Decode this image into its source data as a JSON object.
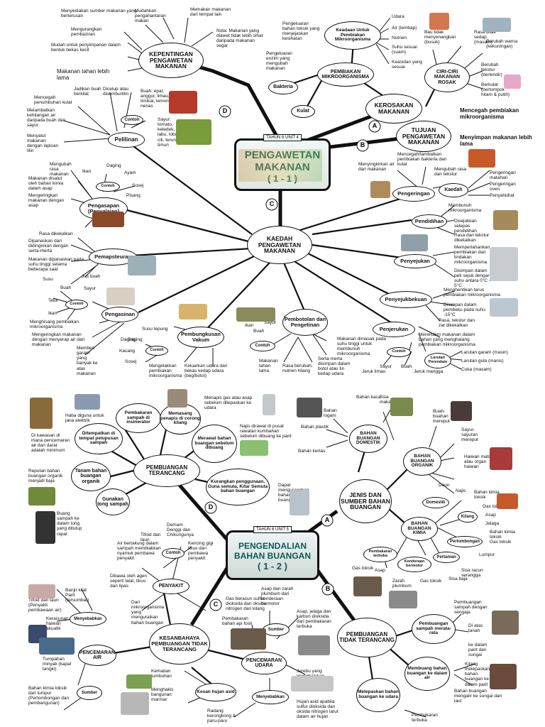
{
  "top": {
    "tag": "TAHUN 6  UNIT 4",
    "title": "PENGAWETAN MAKANAN",
    "subtitle": "( 1 - 1 )",
    "kepentingan": {
      "label": "KEPENTINGAN PENGAWETAN MAKANAN",
      "items": [
        "Makanan tahan lebih lama",
        "Mudah untuk penyimpanan dalam bentuk bekas kecil",
        "Mengurangkan pembaziran",
        "Menyediakan sumber makanan yang berterusan",
        "Mudahkan pengahantaran makan",
        "Memakan makanan dari tempat lain",
        "Nota: Makanan yang diawet tidak lebih sihat daripada makanan segar"
      ]
    },
    "kerosakan": {
      "label": "KEROSAKAN MAKANAN",
      "pembiakan": "PEMBIAKAN MIKROORGANISMA",
      "keadaan": "Keadaan Untuk Pembiakan Mikroorganisma",
      "keadaan_items": [
        "Udara",
        "Air (lembap)",
        "Nutrien",
        "Suhu sesuai (suam)",
        "Keasidan yang sesuai"
      ],
      "left_notes": [
        "Pengeluaran bahan toksik yang menjejaskan kesihatan",
        "Pengeluaran enzim yang mengubah makanan"
      ],
      "bakteria": "Bakteria",
      "kulat": "Kulat",
      "ciri": "CIRI-CIRI MAKANAN ROSAK",
      "ciri_items": [
        "Bau tidak menyenangkan (busuk)",
        "Rasa tidak sedap (masam)",
        "Berubah warna (kekuningan)",
        "Berubah tekstur (berlendir)",
        "Berkulat (bertompok hitam & putih)"
      ]
    },
    "tujuan": {
      "label": "TUJUAN PENGAWETAN MAKANAN",
      "items": [
        "Mencegah pembiakan mikroorganisma",
        "Menyimpan makanan lebih lama"
      ]
    },
    "pelilinan": {
      "label": "Pelilinan",
      "contoh": "Contoh",
      "notes": [
        "Mencegah penumbuhan kulat",
        "Melambatkan kehilangan air daripada buah dan sayur",
        "Menyalut makanan dengan lapisan lilin",
        "Jadikan buah berkilat",
        "Dicelup atau disemburlilin"
      ],
      "buah": "Buah: epal, anggur, limau, timikai, lemon, nenas",
      "sayur": "Sayur: tomato, keledek, labu, lobak, cili, terung, timun"
    },
    "kaedah_center": "KAEDAH PENGAWETAN MAKANAN",
    "methods": [
      "Pengeringan",
      "Pendidihan",
      "Penyejukan",
      "Penyejukbekuan",
      "Penjerukan",
      "Pembotolan dan Pengetinan",
      "Pembungkusan Vakum",
      "Pengasinan",
      "Pemapsteuran",
      "Pengasapan (Penyalaian)",
      "Pelilinan"
    ],
    "pengeringan": {
      "kaedah": "Kaedah",
      "notes": [
        "Menyingkirkan air dari makanan",
        "Mencegah/lambatkan pembiakan bakteria dan kulat",
        "Mengubah rasa dan tekstur",
        "Pengeringan matahari",
        "Pengeringan oven",
        "Penyahidrat"
      ]
    },
    "pendidihan": [
      "Membunuh mikroorganisma",
      "Disejukkan selepas pendidihan",
      "Rasa dan tekstur dikekalkan"
    ],
    "penyejukan": [
      "Memperlahankan pembiakan dan tindakan mikroorganisma",
      "Disimpan dalam peti sejuk dengan suhu antara 0°C - 5°C"
    ],
    "penyejukbekuan": [
      "Menghentikan terus pembiakan mikroorganisma",
      "Disimpan dalam pembeku pada suhu -15°C",
      "Rasa, tekstur dan zat dikekalkan"
    ],
    "penjerukan": {
      "contoh": "Contoh",
      "larutan": "Larutan Perendam",
      "items": [
        "Merendam makanan dalam bahan yang menghalang pembiakan mikroorganisma",
        "Larutan garam (masin)",
        "Larutan gula (manis)",
        "Cuka (masam)",
        "Sayur",
        "Buah",
        "Jeruk limau",
        "Jeruk mangga"
      ]
    },
    "pembotolan": {
      "contoh": "Contoh",
      "items": [
        "Makanan dimasak pada suhu tinggi untuk membunuh mikroorganisma",
        "Serta-merta disimpan dalam botol atau tin kedap udara",
        "Makanan tahan lama",
        "Rasa berubah, nutrien hilang",
        "Ikan",
        "Sayur",
        "Buah"
      ]
    },
    "vakum": {
      "contoh": "Contoh",
      "items": [
        "Mengelakkan pembiakan mikroorganisma",
        "Keluarkan udara dari bekas kedap udara (beg/botol)",
        "Susu tepung",
        "Daging",
        "Kacang",
        "Sosej"
      ]
    },
    "pengasinan": {
      "contoh": "Contoh",
      "items": [
        "Menghisang pembiakan mikroorganisma",
        "Mengeringkan makanan dengan menyerap air dari makanan",
        "Memberi garam yang banyak ke atas makanan",
        "Telur",
        "Ikan",
        "Sayur",
        "Buah",
        "Daging"
      ]
    },
    "pemapsteuran": {
      "contoh": "Contoh",
      "items": [
        "Rasa dikekalkan",
        "Dipanaskan dan didinginkan dengan serta-merta",
        "Makanan dipanaskan pada suhu tinggi selama beberapa saat",
        "Jus buah",
        "Susu"
      ]
    },
    "pengasapan": {
      "contoh": "Contoh",
      "items": [
        "Mengubah rasa makanan",
        "Makanan disalut oleh bahan kimia dalam asap",
        "Mengeringkan makanan dengan asap",
        "Ikan",
        "Daging",
        "Ayam",
        "Sosej",
        "Pisang"
      ]
    },
    "markers": {
      "A": "A",
      "B": "B",
      "C": "C",
      "D": "D"
    }
  },
  "bottom": {
    "tag": "TAHUN 6  UNIT 5",
    "title": "PENGENDALIAN BAHAN BUANGAN",
    "subtitle": "( 1 - 2 )",
    "pembuangan_terancang": {
      "label": "PEMBUANGAN TERANCANG",
      "items": [
        "Gunakan tong sampah",
        "Tanam bahan buangan organik",
        "Ditempatkan di tempat pelupusan sampah",
        "Pembakaran sampah di insinerator",
        "Memasang penapis di corong kilang",
        "Merawat bahan buangan sebelum dibuang",
        "Kurangkan penggunaan, Guna semula, Kitar Semula bahan buangan"
      ],
      "notes": [
        "Buang sampah ke dalam tong yang ditutup rapat",
        "Reputan bahan buangan organik menjadi baja",
        "Di kawasan di mana pencemaran air dan darat adalah minimum",
        "Haba diguna untuk jana elektrik",
        "Menapis gas atau asap sebelum dilepaskan ke udara",
        "Najis dirawat di pusat rawatan kumbahan sebelum dibuang ke parit",
        "Dapat mengurangkan bahan buangan"
      ]
    },
    "jenis": {
      "label": "JENIS DAN SUMBER BAHAN BUANGAN",
      "domestik": "BAHAN BUANGAN DOMESTIK",
      "domestik_items": [
        "Bahan kaca",
        "Sisa makanan",
        "Bahan logam",
        "Bahan plastik",
        "Bahan kertas"
      ],
      "organik": "BAHAN BUANGAN ORGANIK",
      "organik_items": [
        "Buah-buahan mereput",
        "Sayur-sayuran mereput",
        "Haiwan mati atau organ haiwan",
        "Daun",
        "Najis"
      ],
      "kimia": "BAHAN BUANGAN KIMIA",
      "kimia_sub": [
        "Domestik",
        "Kilang",
        "Perlombongan",
        "Pertanian",
        "Pembakaran terbuka",
        "Kenderaan bermotor"
      ],
      "kimia_items": [
        "Bahan kimia toksik",
        "Gas toksik",
        "Asap",
        "Jelaga",
        "Bahan kimia toksik",
        "Gas toksik",
        "Lumpur",
        "Sisa racun serangga",
        "Sisa baja",
        "Gas toksik",
        "Asap",
        "Zarah plumbum",
        "Gas toksik"
      ]
    },
    "tidak_terancang": {
      "label": "PEMBUANGAN TIDAK TERANCANG",
      "items": [
        "Pembuangan sampah merata-rata",
        "Membuang bahan buangan ke dalam air",
        "Melepaskan bahan buangan ke udara"
      ],
      "notes": [
        "Pembuangan sampah dengan sengaja",
        "Di atas tanah",
        "ke dalam parit dan sungai",
        "Kilang melepaskan bahan buangan ke dalam parit",
        "Bahan buangan mengalir ke sungai dan laut",
        "Pembakaran terbuka"
      ]
    },
    "kesan": {
      "label": "KESANBAHAYA PEMBUANGAN TIDAK TERANCANG",
      "penyakit": "PENYAKIT",
      "penyakit_items": [
        "Tifoid dan taun (Penyakit pembawaan air)",
        "Banjir kilat Parit (tersumbat)",
        "Dibawa oleh agen seperti lalat, tikus dan lipas",
        "Dari mikroorganisma yang menguraikan bahan buangan",
        "Air bertakung dalam sampah membiakkan nyamuk pembawa penyakit",
        "Tifoid dan taun",
        "Demam Denggi dan Chikungunya",
        "Kencing gigi tikus dari pembawa penyakit"
      ],
      "pencemaran_air": "PENCEMARAN AIR",
      "pencemaran_udara": "PENCEMARAN UDARA",
      "contoh": "Contoh",
      "menyebabkan": "Menyebabkan",
      "sumber": "Sumber",
      "hujan_asid": "Kesan hujan asid",
      "notes": [
        "Keracunan haiwan akuatik",
        "Tumpahan minyak (kapal tangki)",
        "Bahan kimia toksik dari lumpur (Perlombongan dan pembangunan)",
        "Asap dan zarah plumbum dari kenderaan bermotor",
        "Gas beracun sulfur dioksida dan oksida nitrogen dari kilang",
        "Pembakaran bahan api fosil",
        "Asap, jelaga dan karbon dioksida dari pembakaran terbuka",
        "Jerebu yang menghalakan penglihatan",
        "Hujan asid apabila sulfur dioksida dan oksida nitrogen larut dalam air hujan",
        "Kematian tumbuhan",
        "Menghakis bangunan marmar",
        "Radang kerongkong & paru-paru"
      ]
    },
    "markers": {
      "A": "A",
      "B": "B",
      "C": "C",
      "D": "D"
    }
  }
}
